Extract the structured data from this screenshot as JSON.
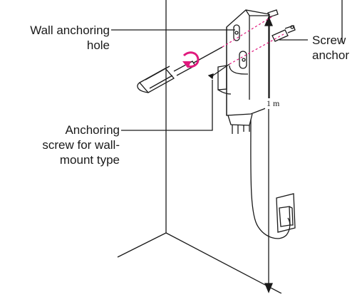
{
  "labels": {
    "wall_anchoring_hole": [
      "Wall anchoring",
      "hole"
    ],
    "anchoring_screw": [
      "Anchoring",
      "screw for wall-",
      "mount type"
    ],
    "screw_anchor": [
      "Screw",
      "anchor"
    ],
    "height": "1 m"
  },
  "colors": {
    "line": "#1a1a1a",
    "guide": "#e0197d",
    "screwdriver_arrow": "#e0197d"
  },
  "icons": [
    "screwdriver-icon",
    "rotation-arrow-icon",
    "screw-icon",
    "screw-anchor-icon",
    "wall-outlet-icon"
  ]
}
